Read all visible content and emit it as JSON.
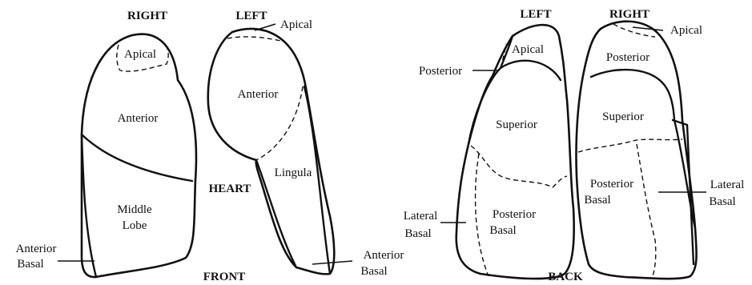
{
  "front": {
    "header_right": "RIGHT",
    "header_left": "LEFT",
    "footer": "FRONT",
    "heart": "HEART",
    "right_lung": {
      "apical": "Apical",
      "anterior": "Anterior",
      "middle_lobe_1": "Middle",
      "middle_lobe_2": "Lobe",
      "anterior_basal_1": "Anterior",
      "anterior_basal_2": "Basal"
    },
    "left_lung": {
      "apical": "Apical",
      "anterior": "Anterior",
      "lingula": "Lingula",
      "anterior_basal_1": "Anterior",
      "anterior_basal_2": "Basal"
    }
  },
  "back": {
    "header_left": "LEFT",
    "header_right": "RIGHT",
    "footer": "BACK",
    "left_lung": {
      "apical": "Apical",
      "posterior": "Posterior",
      "superior": "Superior",
      "posterior_basal_1": "Posterior",
      "posterior_basal_2": "Basal",
      "lateral_basal_1": "Lateral",
      "lateral_basal_2": "Basal"
    },
    "right_lung": {
      "apical": "Apical",
      "posterior": "Posterior",
      "superior": "Superior",
      "posterior_basal_1": "Posterior",
      "posterior_basal_2": "Basal",
      "lateral_basal_1": "Lateral",
      "lateral_basal_2": "Basal"
    }
  }
}
